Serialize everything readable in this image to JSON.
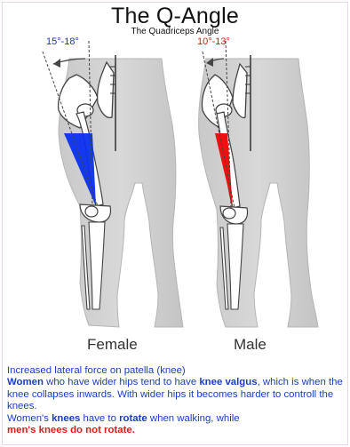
{
  "title": "The Q-Angle",
  "subtitle": "The Quadriceps Angle",
  "female": {
    "angle": "15°-18°",
    "label": "Female",
    "color": "#0a2ff0"
  },
  "male": {
    "angle": "10°-13°",
    "label": "Male",
    "color": "#ee1111"
  },
  "caption": {
    "line1": "Increased lateral force on patella (knee)",
    "women_bold": "Women",
    "women_rest": " who have wider hips tend to have ",
    "valgus_bold": "knee valgus",
    "valgus_rest": ", which is when the knee collapses inwards. With wider hips it becomes harder to controll the knees.",
    "womens": "Women's ",
    "knees_bold": "knees",
    "have_to": " have to ",
    "rotate_bold": "rotate",
    "when_walking": " when walking, while",
    "men_line": "men's knees do not rotate."
  }
}
